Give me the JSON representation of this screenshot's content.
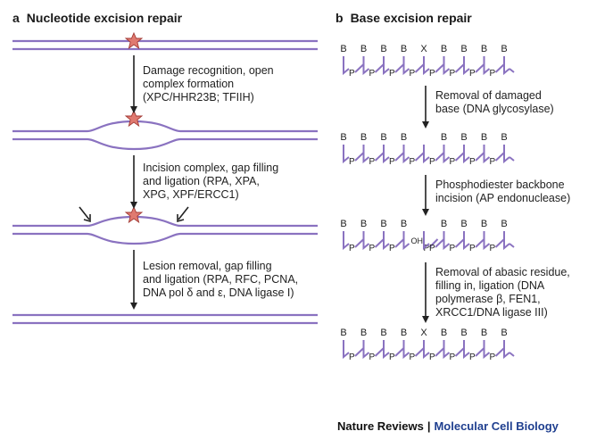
{
  "panel_a": {
    "letter": "a",
    "title": "Nucleotide excision repair",
    "steps": [
      {
        "lines": [
          "Damage recognition, open",
          "complex formation",
          "(XPC/HHR23B; TFIIH)"
        ]
      },
      {
        "lines": [
          "Incision complex, gap filling",
          "and ligation (RPA, XPA,",
          "XPG, XPF/ERCC1)"
        ]
      },
      {
        "lines": [
          "Lesion removal, gap filling",
          "and ligation (RPA, RFC, PCNA,",
          "DNA pol δ and ε, DNA ligase I)"
        ]
      }
    ]
  },
  "panel_b": {
    "letter": "b",
    "title": "Base excision repair",
    "base_rows": [
      [
        "B",
        "B",
        "B",
        "B",
        "X",
        "B",
        "B",
        "B",
        "B"
      ],
      [
        "B",
        "B",
        "B",
        "B",
        "",
        "B",
        "B",
        "B",
        "B"
      ],
      [
        "B",
        "B",
        "B",
        "B",
        "",
        "B",
        "B",
        "B",
        "B"
      ],
      [
        "B",
        "B",
        "B",
        "B",
        "X",
        "B",
        "B",
        "B",
        "B"
      ]
    ],
    "backbone_label": "P",
    "hydroxyl_label": "OH",
    "steps": [
      {
        "lines": [
          "Removal of damaged",
          "base (DNA glycosylase)"
        ]
      },
      {
        "lines": [
          "Phosphodiester backbone",
          "incision (AP endonuclease)"
        ]
      },
      {
        "lines": [
          "Removal of abasic residue,",
          "filling in, ligation (DNA",
          "polymerase β, FEN1,",
          "XRCC1/DNA ligase III)"
        ]
      }
    ]
  },
  "credit": {
    "publisher": "Nature Reviews",
    "separator": "|",
    "journal": "Molecular Cell Biology"
  },
  "colors": {
    "dna_strand": "#8a72c0",
    "lesion_star_fill": "#e07a70",
    "lesion_star_stroke": "#a33a35",
    "arrow": "#222222",
    "journal": "#1f3f8f"
  }
}
